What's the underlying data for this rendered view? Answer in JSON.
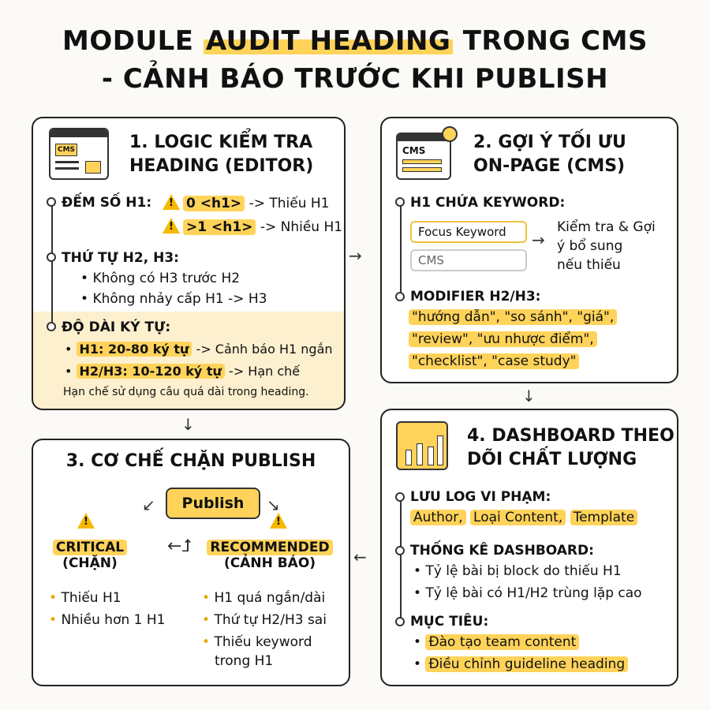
{
  "title": {
    "line1_a": "MODULE ",
    "line1_hl": "AUDIT HEADING",
    "line1_b": " TRONG CMS",
    "line2": "- CẢNH BÁO TRƯỚC KHI PUBLISH"
  },
  "p1": {
    "icon_label": "CMS",
    "title1": "1. LOGIC KIỂM TRA",
    "title2": "HEADING (EDITOR)",
    "s1": "ĐẾM SỐ H1:",
    "h1_zero": "0 <h1>",
    "h1_zero_note": " -> Thiếu H1",
    "h1_many": ">1 <h1>",
    "h1_many_note": " -> Nhiều H1",
    "s2": "THỨ TỰ H2, H3:",
    "s2_b1": "Không có H3 trước H2",
    "s2_b2": "Không nhảy cấp H1 -> H3",
    "s3": "ĐỘ DÀI KÝ TỰ:",
    "len_h1": "H1: 20-80 ký tự",
    "len_h1_note": " -> Cảnh báo H1 ngắn",
    "len_h23": "H2/H3: 10-120 ký tự",
    "len_h23_note": " -> Hạn chế",
    "note": "Hạn chế sử dụng câu quá dài trong heading."
  },
  "p2": {
    "icon_label": "CMS",
    "title1": "2. GỢI Ý TỐI ƯU",
    "title2": "ON-PAGE (CMS)",
    "s1": "H1 CHỨA KEYWORD:",
    "field1": "Focus Keyword",
    "field2": "CMS",
    "suggest1": "Kiểm tra & Gợi",
    "suggest2": "ý bổ sung",
    "suggest3": "nếu thiếu",
    "s2": "MODIFIER H2/H3:",
    "mod1": "\"hướng dẫn\", \"so sánh\", \"giá\",",
    "mod2": "\"review\", \"ưu nhược điểm\",",
    "mod3": "\"checklist\", \"case study\""
  },
  "p3": {
    "title": "3. CƠ CHẾ CHẶN PUBLISH",
    "publish": "Publish",
    "critical": "CRITICAL",
    "critical_sub": "(CHẶN)",
    "recommended": "RECOMMENDED",
    "recommended_sub": "(CẢNH BÁO)",
    "c1": "Thiếu H1",
    "c2": "Nhiều hơn 1 H1",
    "r1": "H1 quá ngắn/dài",
    "r2": "Thứ tự H2/H3 sai",
    "r3a": "Thiếu keyword",
    "r3b": "trong H1"
  },
  "p4": {
    "title1": "4. DASHBOARD THEO",
    "title2": "DÕI CHẤT LƯỢNG",
    "s1": "LƯU LOG VI PHẠM:",
    "tag1": "Author,",
    "tag2": "Loại Content,",
    "tag3": "Template",
    "s2": "THỐNG KÊ DASHBOARD:",
    "b1": "Tỷ lệ bài bị block do thiếu H1",
    "b2": "Tỷ lệ bài có H1/H2 trùng lặp cao",
    "s3": "MỤC TIÊU:",
    "g1": "Đào tạo team content",
    "g2": "Điều chỉnh guideline heading"
  },
  "colors": {
    "accent": "#ffd35a",
    "warning": "#f6b800",
    "border": "#222222"
  }
}
